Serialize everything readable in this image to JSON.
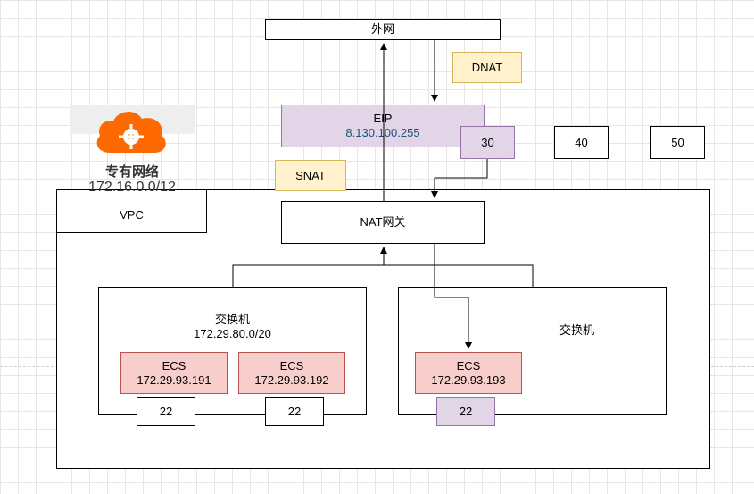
{
  "internet_label": "外网",
  "dnat_label": "DNAT",
  "snat_label": "SNAT",
  "eip": {
    "title": "EIP",
    "address": "8.130.100.255"
  },
  "ports": {
    "p30": "30",
    "p40": "40",
    "p50": "50"
  },
  "vpc_logo": {
    "title": "专有网络",
    "cidr": "172.16.0.0/12"
  },
  "vpc_label": "VPC",
  "nat_gateway_label": "NAT网关",
  "switch_left": {
    "title": "交换机",
    "cidr": "172.29.80.0/20"
  },
  "switch_right": {
    "title": "交换机"
  },
  "ecs": [
    {
      "name": "ECS",
      "ip": "172.29.93.191",
      "port": "22"
    },
    {
      "name": "ECS",
      "ip": "172.29.93.192",
      "port": "22"
    },
    {
      "name": "ECS",
      "ip": "172.29.93.193",
      "port": "22"
    }
  ],
  "colors": {
    "purple_fill": "#e1d5e7",
    "purple_stroke": "#9673a6",
    "yellow_fill": "#fff2cc",
    "yellow_stroke": "#d6b656",
    "red_fill": "#f8cecc",
    "red_stroke": "#b85450",
    "logo_orange": "#ff6a00",
    "eip_ip_text": "#1a5276"
  }
}
